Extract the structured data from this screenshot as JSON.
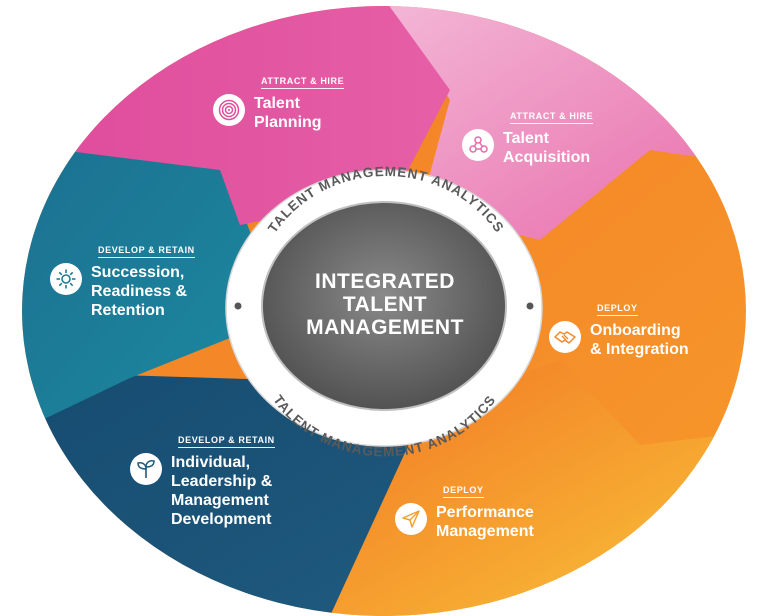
{
  "center": {
    "title": "INTEGRATED\nTALENT\nMANAGEMENT",
    "ring_top": "TALENT MANAGEMENT ANALYTICS",
    "ring_bottom": "TALENT MANAGEMENT ANALYTICS"
  },
  "segments": [
    {
      "id": "talent-planning",
      "tag": "ATTRACT & HIRE",
      "title": "Talent\nPlanning",
      "icon": "concentric-circles-icon",
      "color": "#e14e9f"
    },
    {
      "id": "talent-acquisition",
      "tag": "ATTRACT & HIRE",
      "title": "Talent\nAcquisition",
      "icon": "network-nodes-icon",
      "color": "#ee8fc3"
    },
    {
      "id": "onboarding",
      "tag": "DEPLOY",
      "title": "Onboarding\n& Integration",
      "icon": "handshake-icon",
      "color": "#f58a2a"
    },
    {
      "id": "performance",
      "tag": "DEPLOY",
      "title": "Performance\nManagement",
      "icon": "paper-plane-icon",
      "color": "#f5a030"
    },
    {
      "id": "development",
      "tag": "DEVELOP & RETAIN",
      "title": "Individual,\nLeadership &\nManagement\nDevelopment",
      "icon": "sprout-icon",
      "color": "#1f5a7e"
    },
    {
      "id": "succession",
      "tag": "DEVELOP & RETAIN",
      "title": "Succession,\nReadiness &\nRetention",
      "icon": "gear-sun-icon",
      "color": "#1d7d96"
    }
  ],
  "colors": {
    "pink": "#e14e9f",
    "light_pink": "#ee8fc3",
    "orange": "#f58a2a",
    "yellow_orange": "#f7b52f",
    "dark_blue": "#1f5a7e",
    "teal": "#1d8aa0",
    "center_gray": "#6e6e6e",
    "ring_white": "#ffffff"
  }
}
